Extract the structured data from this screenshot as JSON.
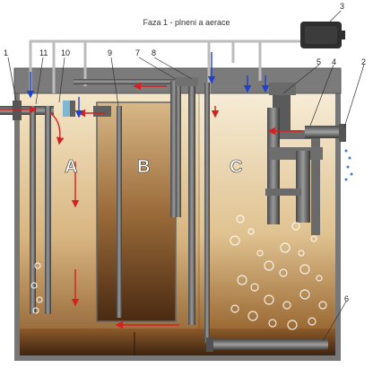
{
  "title": "Faza 1 - plneni a aerace",
  "zones": [
    "A",
    "B",
    "C"
  ],
  "callouts": [
    "1",
    "11",
    "10",
    "9",
    "7",
    "8",
    "3",
    "5",
    "4",
    "2",
    "6"
  ]
}
